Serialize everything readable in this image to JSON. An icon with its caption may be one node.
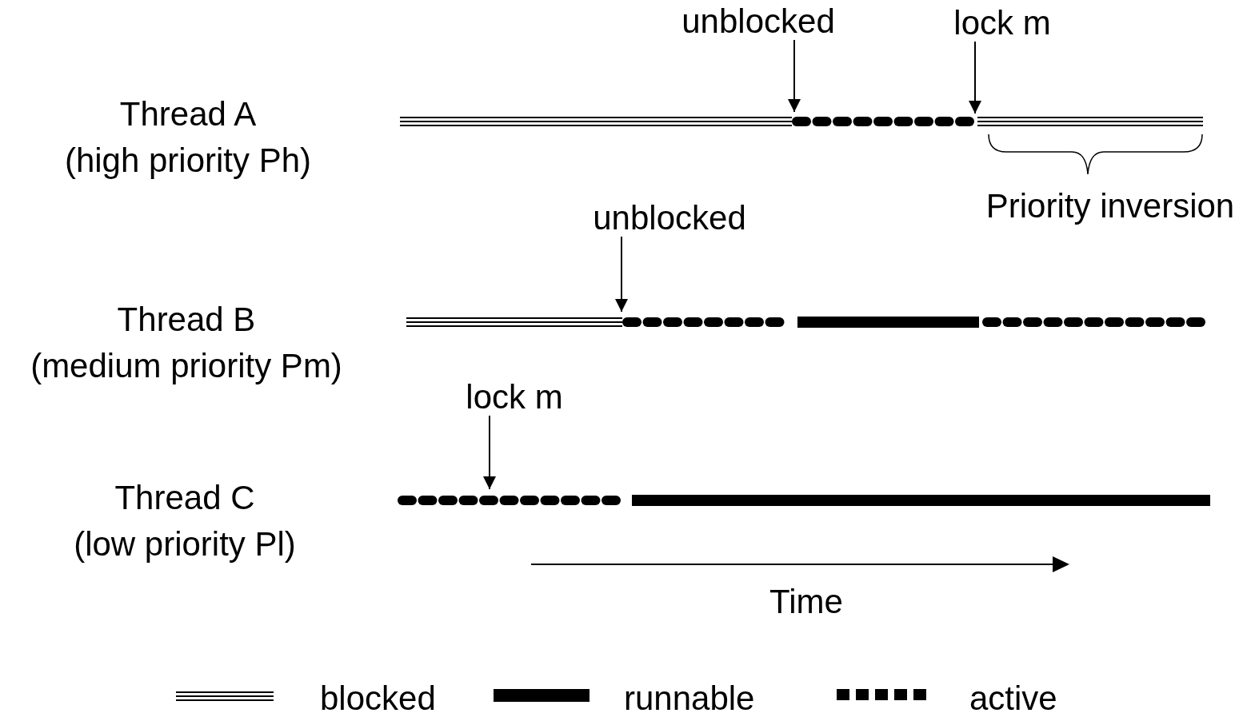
{
  "diagram": {
    "nodes": [
      {
        "text": [
          "unblocked"
        ]
      },
      {
        "text": [
          "lock m"
        ]
      },
      {
        "text": [
          "unblocked"
        ]
      },
      {
        "text": [
          "lock m"
        ]
      }
    ],
    "edges": [
      {
        "from": 0,
        "to": null,
        "arrow": "to"
      },
      {
        "from": 1,
        "to": null,
        "arrow": "to"
      },
      {
        "from": 2,
        "to": null,
        "arrow": "to"
      },
      {
        "from": 3,
        "to": null,
        "arrow": "to"
      }
    ],
    "labels": [
      "Thread A",
      "(high priority Ph)",
      "Priority inversion",
      "Thread B",
      "(medium priority Pm)",
      "Thread C",
      "(low priority Pl)",
      "Time"
    ],
    "legend": [
      {
        "text": "blocked"
      },
      {
        "text": "runnable"
      },
      {
        "text": "active"
      }
    ]
  }
}
